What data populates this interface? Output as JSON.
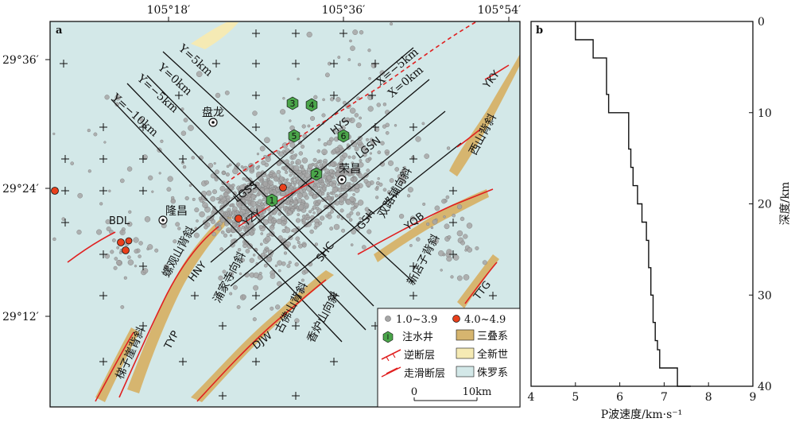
{
  "panel_a": {
    "label": "a",
    "lon_ticks": [
      "105°18′",
      "105°36′",
      "105°54′"
    ],
    "lat_ticks": [
      "29°36′",
      "29°24′",
      "29°12′"
    ],
    "profile_labels": [
      "Y=5km",
      "Y=0km",
      "Y=−5km",
      "Y=−10km",
      "X=−5km",
      "X=0km"
    ],
    "place_names": [
      "盘龙",
      "荣昌",
      "隆昌"
    ],
    "fault_labels": [
      "HYS",
      "LGSN",
      "LGSS",
      "YZY",
      "GSH",
      "SHC",
      "HNY",
      "YQB",
      "YKY",
      "TTG",
      "TYP",
      "DJW",
      "BDL"
    ],
    "structure_labels": [
      "双路铺向斜",
      "西山背斜",
      "螺观山背斜",
      "新店子背斜",
      "涌家寺向斜",
      "古佛山背斜",
      "香炉山向斜",
      "梯子崖背斜"
    ],
    "wells": [
      "1",
      "2",
      "3",
      "4",
      "5",
      "6"
    ],
    "legend": {
      "small_eq": "1.0~3.9",
      "large_eq": "4.0~4.9",
      "triassic": "三叠系",
      "well": "注水井",
      "reverse_fault": "逆断层",
      "holocene": "全新世",
      "strike_slip_fault": "走滑断层",
      "jurassic": "侏罗系",
      "scale_zero": "0",
      "scale_end": "10km"
    },
    "colors": {
      "jurassic": "#d3e8e8",
      "triassic": "#d6b56f",
      "holocene": "#f5eab4",
      "fault": "#e02020",
      "large_eq": "#e8401c",
      "small_eq": "#a6a6a6",
      "well": "#4aa54a"
    }
  },
  "panel_b": {
    "label": "b",
    "xlabel": "P波速度/km·s⁻¹",
    "ylabel": "深度/km"
  },
  "chart_data": {
    "type": "line",
    "xlabel": "P波速度/km·s⁻¹",
    "ylabel": "深度/km",
    "xlim": [
      4,
      9
    ],
    "ylim": [
      0,
      40
    ],
    "y_inverted": true,
    "x_ticks": [
      4,
      5,
      6,
      7,
      8,
      9
    ],
    "y_ticks": [
      0,
      10,
      20,
      30,
      40
    ],
    "series": [
      {
        "velocity": [
          5.0,
          5.0,
          5.4,
          5.4,
          5.7,
          5.7,
          5.75,
          5.75,
          6.2,
          6.2,
          6.25,
          6.25,
          6.3,
          6.3,
          6.4,
          6.4,
          6.5,
          6.5,
          6.6,
          6.6,
          6.65,
          6.65,
          6.7,
          6.7,
          6.75,
          6.75,
          6.8,
          6.8,
          6.85,
          6.85,
          6.9,
          6.9,
          7.3,
          7.3,
          7.6,
          7.6
        ],
        "depth": [
          0,
          2,
          2,
          4,
          4,
          8,
          8,
          10,
          10,
          14,
          14,
          16,
          16,
          18,
          18,
          20,
          20,
          22,
          22,
          24,
          24,
          27,
          27,
          30,
          30,
          33,
          33,
          35,
          35,
          36,
          36,
          38,
          38,
          40,
          40,
          40
        ]
      }
    ]
  }
}
